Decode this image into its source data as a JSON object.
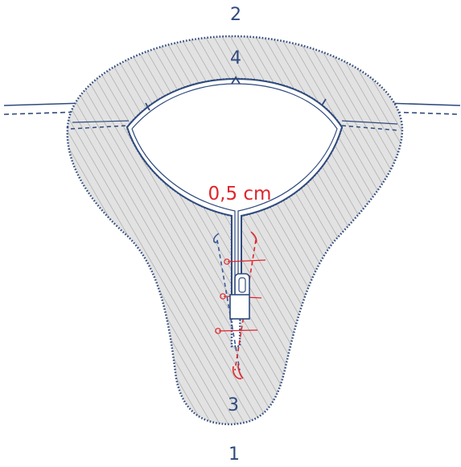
{
  "labels": {
    "top": "2",
    "neck_mark": "4",
    "measurement": "0,5 cm",
    "bottom_inner": "3",
    "bottom": "1"
  },
  "colors": {
    "outline": "#2f4a7e",
    "hatch": "#9a9a9a",
    "fabric": "#dcdcdc",
    "stitch_red": "#e0242b",
    "stitch_blue": "#3a5a98",
    "zipper_fill": "#ffffff"
  },
  "icons": [
    "zipper-pull-icon",
    "pin-icon"
  ]
}
